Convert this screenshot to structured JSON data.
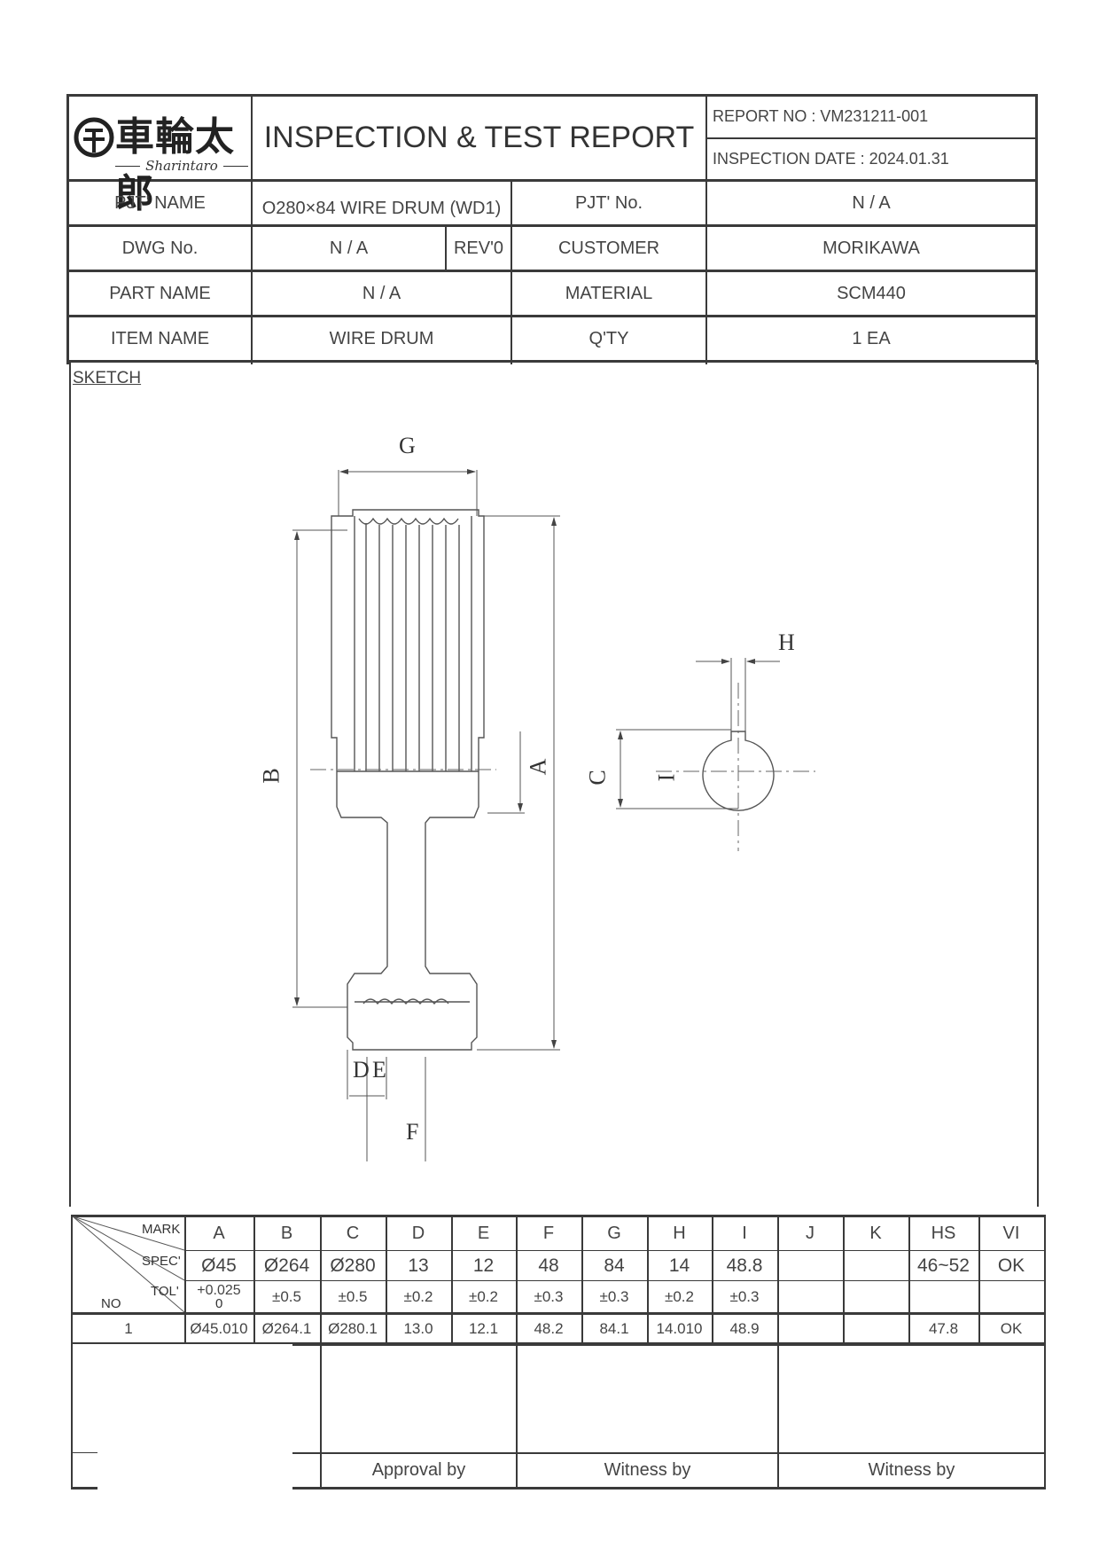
{
  "header": {
    "company_name": "車輪太郎",
    "company_sub": "Sharintaro",
    "title": "INSPECTION & TEST REPORT",
    "report_no_label": "REPORT NO : VM231211-001",
    "inspection_date_label": "INSPECTION DATE : 2024.01.31"
  },
  "info": {
    "pjt_name_label": "PJT' NAME",
    "pjt_name_value": "O280×84 WIRE DRUM (WD1)",
    "pjt_no_label": "PJT' No.",
    "pjt_no_value": "N / A",
    "dwg_no_label": "DWG No.",
    "dwg_no_value": "N / A",
    "rev": "REV'0",
    "customer_label": "CUSTOMER",
    "customer_value": "MORIKAWA",
    "part_name_label": "PART NAME",
    "part_name_value": "N / A",
    "material_label": "MATERIAL",
    "material_value": "SCM440",
    "item_name_label": "ITEM NAME",
    "item_name_value": "WIRE DRUM",
    "qty_label": "Q'TY",
    "qty_value": "1 EA"
  },
  "sketch": {
    "label": "SKETCH",
    "dims": [
      "G",
      "B",
      "A",
      "C",
      "H",
      "I",
      "D",
      "E",
      "F"
    ]
  },
  "measure": {
    "corner": {
      "mark": "MARK",
      "spec": "SPEC'",
      "tol": "TOL'",
      "no": "NO"
    },
    "marks": [
      "A",
      "B",
      "C",
      "D",
      "E",
      "F",
      "G",
      "H",
      "I",
      "J",
      "K",
      "HS",
      "VI"
    ],
    "spec": [
      "Ø45",
      "Ø264",
      "Ø280",
      "13",
      "12",
      "48",
      "84",
      "14",
      "48.8",
      "",
      "",
      "46~52",
      "OK"
    ],
    "tol": [
      "+0.025",
      "±0.5",
      "±0.5",
      "±0.2",
      "±0.2",
      "±0.3",
      "±0.3",
      "±0.2",
      "±0.3",
      "",
      "",
      "",
      ""
    ],
    "tol_a_lower": "0",
    "rows": [
      {
        "no": "1",
        "values": [
          "Ø45.010",
          "Ø264.1",
          "Ø280.1",
          "13.0",
          "12.1",
          "48.2",
          "84.1",
          "14.010",
          "48.9",
          "",
          "",
          "47.8",
          "OK"
        ]
      }
    ]
  },
  "signatures": {
    "approval": "Approval by",
    "witness1": "Witness by",
    "witness2": "Witness by"
  }
}
